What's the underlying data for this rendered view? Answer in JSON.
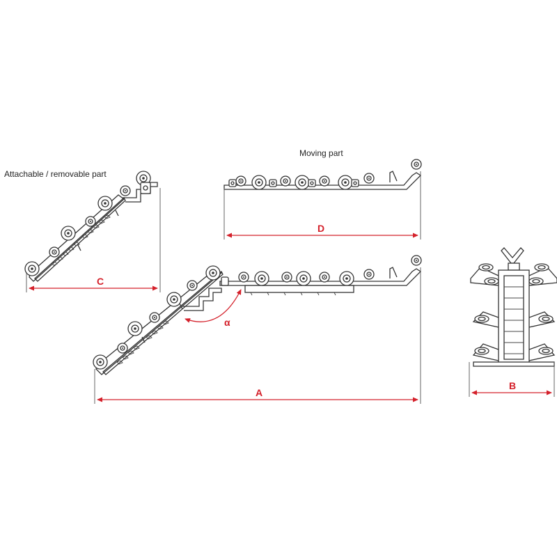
{
  "labels": {
    "attachable": "Attachable / removable part",
    "moving": "Moving part"
  },
  "dimensions": {
    "a": "A",
    "b": "B",
    "c": "C",
    "d": "D",
    "alpha": "α"
  },
  "colors": {
    "dimension": "#d4202a",
    "line": "#333333"
  }
}
